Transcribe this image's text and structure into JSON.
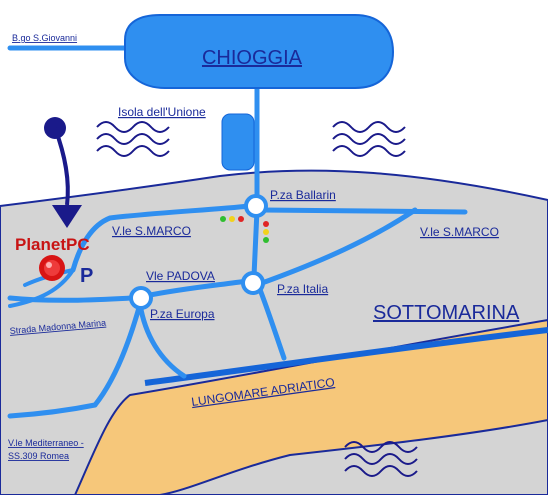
{
  "colors": {
    "road": "#2f8ff0",
    "road_dark": "#1565d8",
    "land": "#d4d4d4",
    "beach": "#f6c77a",
    "text": "#1a2a9a",
    "brand": "#c81414",
    "wave": "#1a1a8a"
  },
  "city": {
    "name": "CHIOGGIA"
  },
  "island": {
    "name": "Isola dell'Unione"
  },
  "area": {
    "name": "SOTTOMARINA"
  },
  "places": {
    "bgo": "B.go S.Giovanni",
    "ballarin": "P.za Ballarin",
    "vle_smarco_left": "V.le S.MARCO",
    "vle_smarco_right": "V.le S.MARCO",
    "vle_padova": "Vle PADOVA",
    "pza_italia": "P.za Italia",
    "pza_europa": "P.za Europa",
    "strada_madonna": "Strada Madonna Marina",
    "lungomare": "LUNGOMARE ADRIATICO",
    "mediterraneo_1": "V.le Mediterraneo -",
    "mediterraneo_2": "SS.309 Romea"
  },
  "marker": {
    "brand": "PlanetPC",
    "parking": "P"
  },
  "icons": [
    "arrow-down-icon",
    "location-pin-icon",
    "traffic-light-icon",
    "wave-icon"
  ]
}
